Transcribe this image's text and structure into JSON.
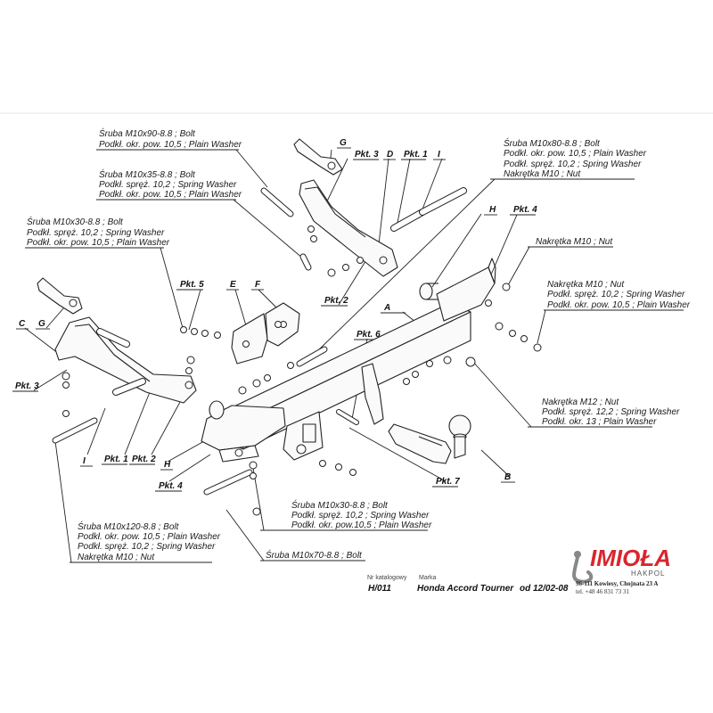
{
  "callouts": {
    "top_left_1": [
      "Śruba M10x90-8.8 ;  Bolt",
      "Podkł. okr. pow. 10,5 ; Plain Washer"
    ],
    "top_left_2": [
      "Śruba M10x35-8.8 ;  Bolt",
      "Podkł. spręż. 10,2 ; Spring Washer",
      "Podkł. okr. pow. 10,5 ; Plain Washer"
    ],
    "left_1": [
      "Śruba M10x30-8.8 ;  Bolt",
      "Podkł. spręż. 10,2 ; Spring Washer",
      "Podkł. okr. pow. 10,5 ; Plain Washer"
    ],
    "top_right": [
      "Śruba M10x80-8.8 ;  Bolt",
      "Podkł. okr. pow. 10,5 ; Plain Washer",
      "Podkł. spręż. 10,2 ; Spring Washer",
      "Nakrętka  M10 ; Nut"
    ],
    "right_1": [
      "Nakrętka  M10 ; Nut"
    ],
    "right_2": [
      "Nakrętka  M10 ; Nut",
      "Podkł. spręż. 10,2 ; Spring Washer",
      "Podkł. okr. pow. 10,5 ; Plain Washer"
    ],
    "right_3": [
      "Nakrętka  M12 ; Nut",
      "Podkł. spręż. 12,2 ; Spring Washer",
      "Podkł. okr. 13 ; Plain Washer"
    ],
    "bottom_mid": [
      "Śruba M10x30-8.8 ;  Bolt",
      "Podkł. spręż. 10,2 ; Spring Washer",
      "Podkł. okr. pow.10,5 ; Plain Washer"
    ],
    "bottom_left": [
      "Śruba M10x120-8.8 ;  Bolt",
      "Podkł. okr. pow. 10,5 ; Plain Washer",
      "Podkł. spręż. 10,2 ; Spring Washer",
      "Nakrętka  M10 ; Nut"
    ],
    "bottom_bolt": [
      "Śruba M10x70-8.8 ;  Bolt"
    ]
  },
  "tags": {
    "G_top": "G",
    "pkt3_top": "Pkt. 3",
    "D": "D",
    "pkt1_top": "Pkt. 1",
    "I_top": "I",
    "H_top": "H",
    "pkt4_top": "Pkt. 4",
    "pkt5": "Pkt. 5",
    "E": "E",
    "F": "F",
    "pkt2_mid": "Pkt. 2",
    "A": "A",
    "C": "C",
    "G_left": "G",
    "pkt6": "Pkt. 6",
    "pkt3_left": "Pkt. 3",
    "I_left": "I",
    "pkt1_left": "Pkt. 1",
    "pkt2_left": "Pkt. 2",
    "H_left": "H",
    "pkt4_left": "Pkt. 4",
    "pkt7": "Pkt. 7",
    "B": "B"
  },
  "title_block": {
    "catalog_caption": "Nr katalogowy",
    "brand_caption": "Marka",
    "catalog_no": "H/011",
    "model": "Honda Accord Tourner",
    "date": "od 12/02-08"
  },
  "logo": {
    "name": "IMIOŁA",
    "sub": "HAKPOL",
    "accent": "#d9262e"
  },
  "address": {
    "line1": "96-111 Kowiesy, Chojnata 23 A",
    "line2": "tel. +48 46 831 73 31"
  }
}
